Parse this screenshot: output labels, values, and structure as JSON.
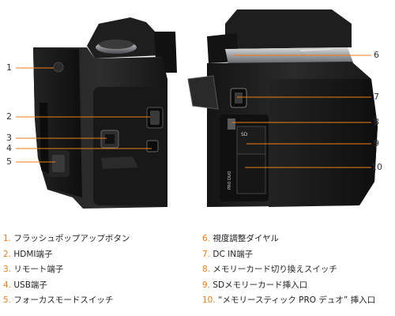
{
  "accent_color": "#f07e1c",
  "callouts_left": [
    {
      "num": "1"
    },
    {
      "num": "2"
    },
    {
      "num": "3"
    },
    {
      "num": "4"
    },
    {
      "num": "5"
    }
  ],
  "callouts_right": [
    {
      "num": "6"
    },
    {
      "num": "7"
    },
    {
      "num": "8"
    },
    {
      "num": "9"
    },
    {
      "num": "10"
    }
  ],
  "camera_marks": {
    "sd_label": "SD",
    "ms_label": "PRO DUO"
  },
  "legend_left": [
    {
      "num": "1.",
      "label": "フラッシュポップアップボタン"
    },
    {
      "num": "2.",
      "label": "HDMI端子"
    },
    {
      "num": "3.",
      "label": "リモート端子"
    },
    {
      "num": "4.",
      "label": "USB端子"
    },
    {
      "num": "5.",
      "label": "フォーカスモードスイッチ"
    }
  ],
  "legend_right": [
    {
      "num": "6.",
      "label": "視度調整ダイヤル"
    },
    {
      "num": "7.",
      "label": "DC IN端子"
    },
    {
      "num": "8.",
      "label": "メモリーカード切り換えスイッチ"
    },
    {
      "num": "9.",
      "label": "SDメモリーカード挿入口"
    },
    {
      "num": "10.",
      "label": "“メモリースティック PRO デュオ” 挿入口"
    }
  ]
}
